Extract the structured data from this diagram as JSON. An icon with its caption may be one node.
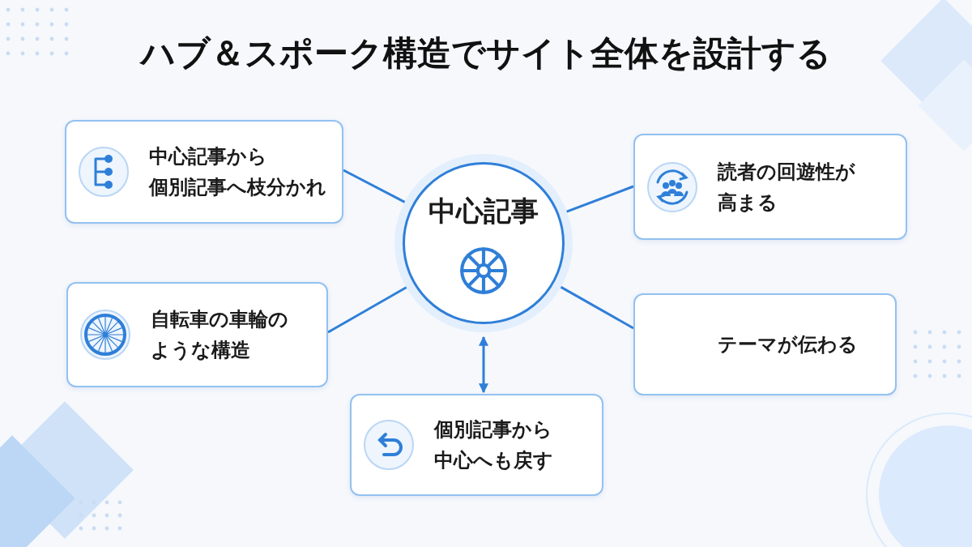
{
  "diagram": {
    "title": "ハブ＆スポーク構造でサイト全体を設計する",
    "nodes": [
      {
        "text": [
          "中心記事から個別記事へ枝分かれ"
        ]
      },
      {
        "text": [
          "読者の回遊性が高まる"
        ]
      },
      {
        "text": [
          "中心記事"
        ]
      },
      {
        "text": [
          "自転車の車輪のような構造"
        ]
      },
      {
        "text": [
          "テーマが伝わる"
        ]
      },
      {
        "text": [
          "個別記事から中心へも戻す"
        ]
      }
    ],
    "edges": [
      {
        "from": 2,
        "to": 0,
        "arrow": "none"
      },
      {
        "from": 2,
        "to": 1,
        "arrow": "none"
      },
      {
        "from": 2,
        "to": 3,
        "arrow": "none"
      },
      {
        "from": 2,
        "to": 4,
        "arrow": "none"
      },
      {
        "from": 2,
        "to": 5,
        "arrow": "both"
      }
    ]
  }
}
